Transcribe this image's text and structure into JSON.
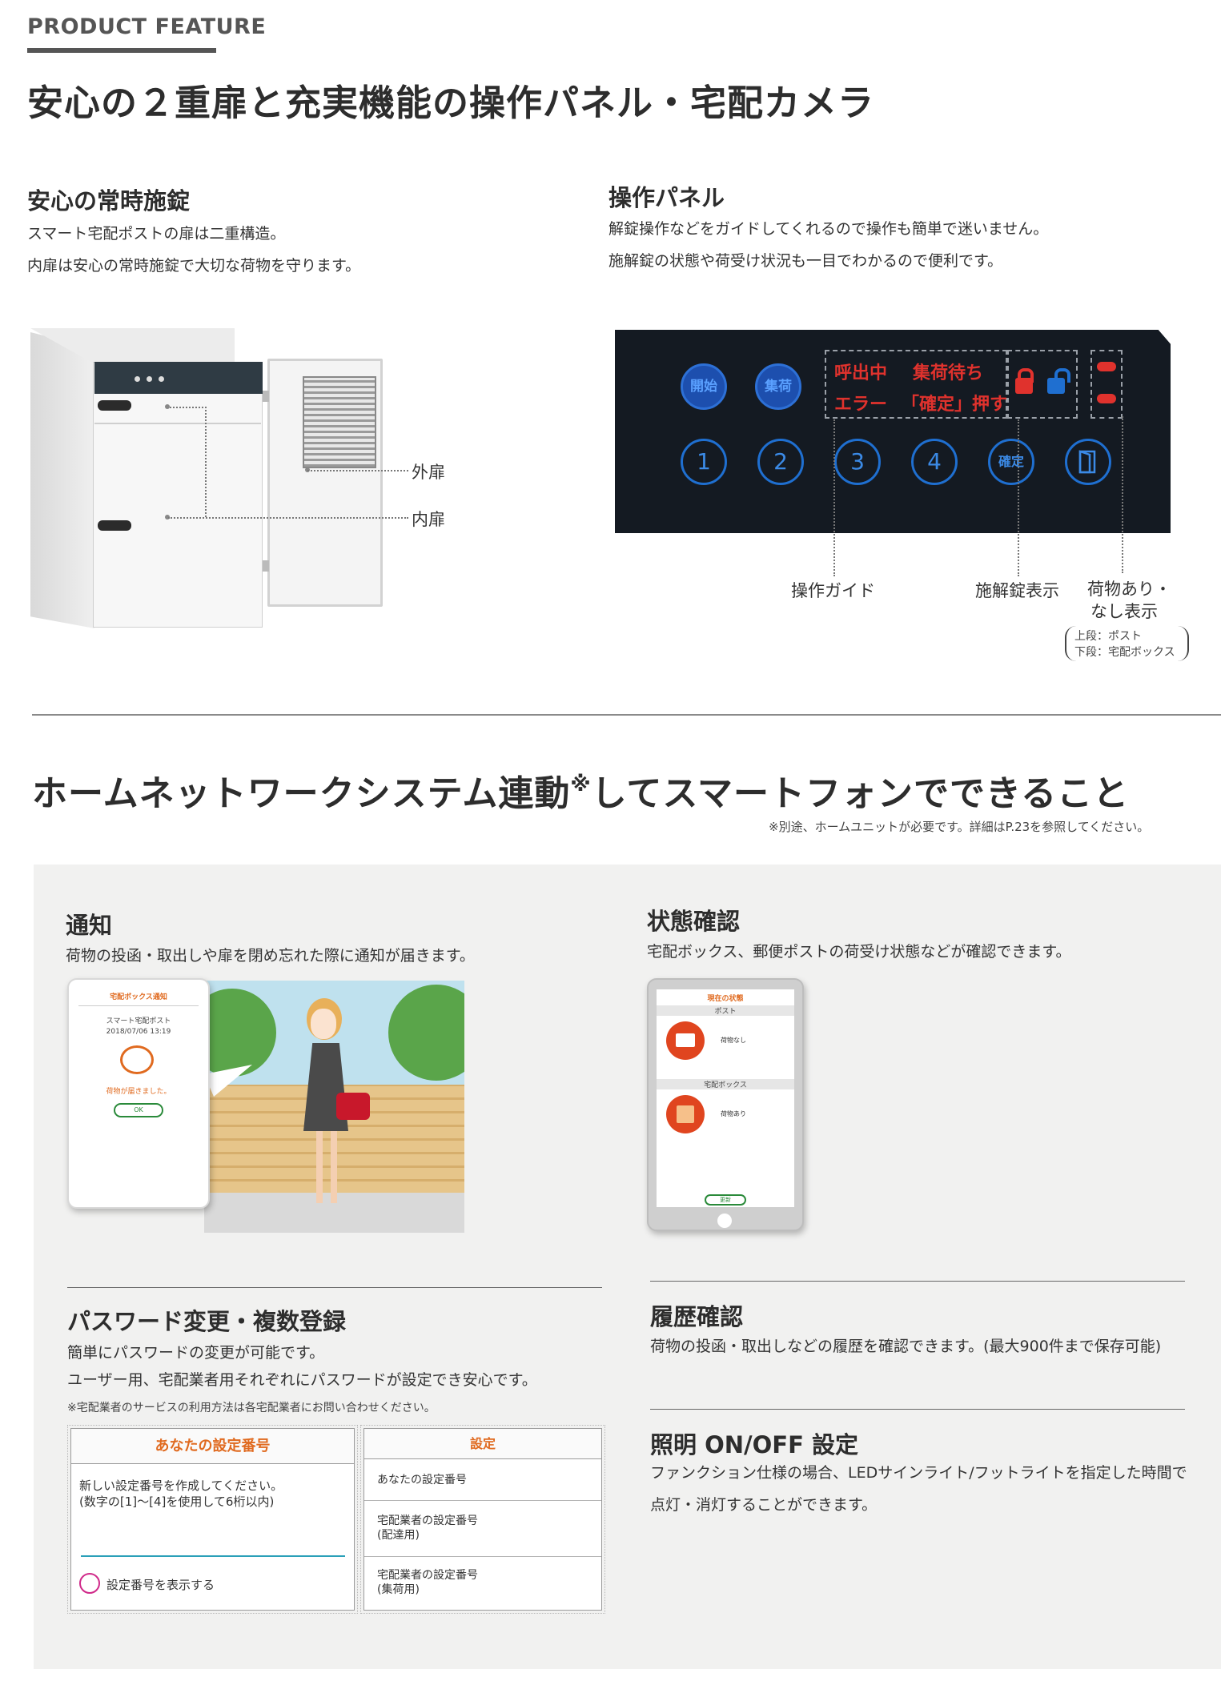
{
  "header": {
    "tag": "PRODUCT FEATURE",
    "title": "安心の２重扉と充実機能の操作パネル・宅配カメラ"
  },
  "lock_section": {
    "heading": "安心の常時施錠",
    "line1": "スマート宅配ポストの扉は二重構造。",
    "line2": "内扉は安心の常時施錠で大切な荷物を守ります。",
    "label_outer": "外扉",
    "label_inner": "内扉"
  },
  "panel_section": {
    "heading": "操作パネル",
    "line1": "解錠操作などをガイドしてくれるので操作も簡単で迷いません。",
    "line2": "施解錠の状態や荷受け状況も一目でわかるので便利です。",
    "buttons_top": [
      "開始",
      "集荷"
    ],
    "buttons_bottom": [
      "1",
      "2",
      "3",
      "4",
      "確定"
    ],
    "guide_texts": [
      "呼出中",
      "集荷待ち",
      "エラー",
      "「確定」押す"
    ],
    "label_guide": "操作ガイド",
    "label_lock": "施解錠表示",
    "label_parcel_1": "荷物あり・",
    "label_parcel_2": "なし表示",
    "label_upper": "上段：ポスト",
    "label_lower": "下段：宅配ボックス"
  },
  "network_section": {
    "title": "ホームネットワークシステム連動",
    "title_mark": "※",
    "title_suffix": "してスマートフォンでできること",
    "note": "※別途、ホームユニットが必要です。詳細はP.23を参照してください。"
  },
  "notify": {
    "heading": "通知",
    "text": "荷物の投函・取出しや扉を閉め忘れた際に通知が届きます。",
    "app_title": "宅配ボックス通知",
    "app_name": "スマート宅配ポスト",
    "app_date": "2018/07/06 13:19",
    "app_msg": "荷物が届きました。",
    "app_ok": "OK"
  },
  "status": {
    "heading": "状態確認",
    "text": "宅配ボックス、郵便ポストの荷受け状態などが確認できます。",
    "app_title": "現在の状態",
    "app_post": "ポスト",
    "app_post_state": "荷物なし",
    "app_box": "宅配ボックス",
    "app_box_state": "荷物あり",
    "app_btn": "更新"
  },
  "password": {
    "heading": "パスワード変更・複数登録",
    "line1": "簡単にパスワードの変更が可能です。",
    "line2": "ユーザー用、宅配業者用それぞれにパスワードが設定でき安心です。",
    "note": "※宅配業者のサービスの利用方法は各宅配業者にお問い合わせください。",
    "box1_title": "あなたの設定番号",
    "box1_line1": "新しい設定番号を作成してください。",
    "box1_line2": "(数字の[1]～[4]を使用して6桁以内)",
    "box1_radio": "設定番号を表示する",
    "box2_title": "設定",
    "box2_rows": [
      "あなたの設定番号",
      "宅配業者の設定番号",
      "(配達用)",
      "宅配業者の設定番号",
      "(集荷用)"
    ]
  },
  "history": {
    "heading": "履歴確認",
    "text": "荷物の投函・取出しなどの履歴を確認できます。(最大900件まで保存可能)"
  },
  "light": {
    "heading": "照明 ON/OFF 設定",
    "line1": "ファンクション仕様の場合、LEDサインライト/フットライトを指定した時間で",
    "line2": "点灯・消灯することができます。"
  },
  "colors": {
    "accent_orange": "#e06a1f",
    "panel_red": "#e0322d",
    "panel_blue": "#1f6fd0",
    "panel_bg": "#141a22"
  }
}
